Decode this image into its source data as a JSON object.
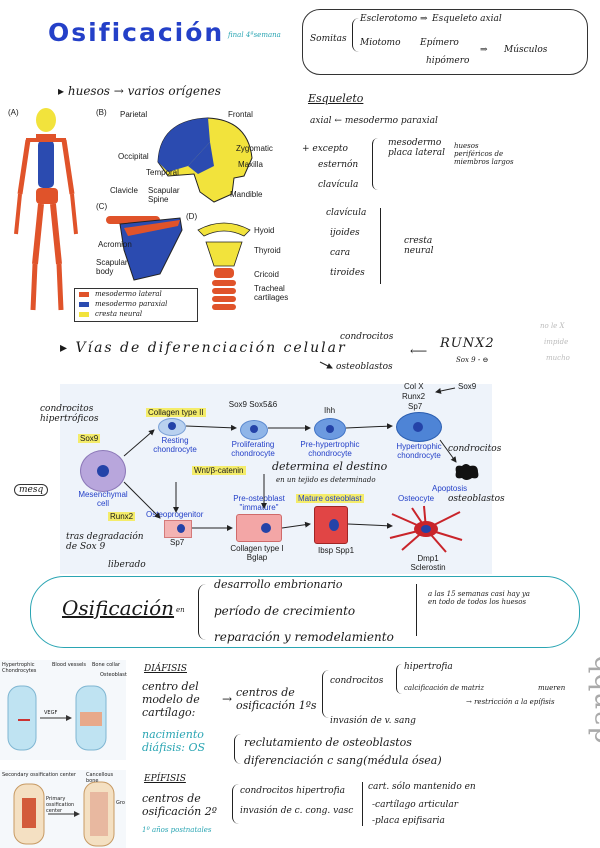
{
  "header": {
    "title": "Osificación",
    "subtitle": "final 4ªsemana",
    "somitas": "Somitas",
    "esclerotomo": "Esclerotomo",
    "esqueleto_axial": "Esqueleto axial",
    "miotomo": "Miotomo",
    "epimero": "Epímero",
    "hipomero": "hipómero",
    "musculos": "Músculos"
  },
  "huesos": {
    "line": "huesos → varios orígenes",
    "fig": {
      "A": "(A)",
      "B": "(B)",
      "C": "(C)",
      "D": "(D)",
      "parietal": "Parietal",
      "frontal": "Frontal",
      "occipital": "Occipital",
      "zygomatic": "Zygomatic",
      "temporal": "Temporal",
      "maxilla": "Maxilla",
      "mandible": "Mandible",
      "clavicle": "Clavicle",
      "scapular_spine": "Scapular Spine",
      "acromion": "Acromion",
      "scapular_body": "Scapular body",
      "hyoid": "Hyoid",
      "thyroid": "Thyroid",
      "cricoid": "Cricoid",
      "tracheal": "Tracheal cartilages",
      "legend": [
        "mesodermo lateral",
        "mesodermo paraxial",
        "cresta neural"
      ],
      "legend_colors": [
        "#e0532a",
        "#2b4bb0",
        "#f2e33c"
      ]
    }
  },
  "esqueleto": {
    "heading": "Esqueleto",
    "axial": "axial ← mesodermo paraxial",
    "exceptos": "+ excepto",
    "ext1": "esternón",
    "ext2": "clavícula",
    "meso": "mesodermo placa lateral",
    "largos": "huesos periféricos de miembros largos",
    "cranea": [
      "clavícula",
      "ijoides",
      "cara",
      "tiroides"
    ],
    "neural": "cresta neural"
  },
  "vias": {
    "heading": "Vías de diferenciación celular",
    "condrocitos": "condrocitos",
    "osteoblastos": "osteoblastos",
    "runx2": "RUNX2",
    "sox9": "Sox 9 - ⊖",
    "margin": [
      "no le X",
      "impide",
      "mucho"
    ]
  },
  "diagram": {
    "condro_hiper": "condrocitos hipertróficos",
    "sox9": "Sox9",
    "collagen2": "Collagen type II",
    "resting": "Resting chondrocyte",
    "sox9b": "Sox9 Sox5&6",
    "prolif": "Proliferating chondrocyte",
    "ihh": "Ihh",
    "prehyper": "Pre-hypertrophic chondrocyte",
    "colx": "Col X",
    "runx2b": "Runx2",
    "sp7": "Sp7",
    "sox9c": "Sox9",
    "hyper": "Hypertrophic chondrocyte",
    "condrocitos": "condrocitos",
    "apoptosis": "Apoptosis",
    "osteoblastos": "osteoblastos",
    "mesq": "mesq",
    "mesench": "Mesenchymal cell",
    "wnt": "Wnt/β-catenin",
    "determina": "determina el destino",
    "tejido": "en un tejido es determinado",
    "runx2": "Runx2",
    "osteoprog": "Osteoprogenitor",
    "sp7b": "Sp7",
    "preosteo": "Pre-osteoblast \"immature\"",
    "collagen1": "Collagen type I Bglap",
    "mature": "Mature osteoblast",
    "ibsp": "Ibsp Spp1",
    "osteocyte": "Osteocyte",
    "dmp1": "Dmp1 Sclerostin",
    "tras": "tras degradación de Sox 9",
    "liberado": "liberado"
  },
  "osif_box": {
    "title": "Osificación",
    "en": "en",
    "l1": "desarrollo embrionario",
    "l2": "período de crecimiento",
    "l3": "reparación y remodelamiento",
    "note": "a las 15 semanas casi hay ya en todo de todos los huesos"
  },
  "diafisis": {
    "heading": "DIÁFISIS",
    "left1": "centro del modelo de cartílago:",
    "left2": "nacimiento diáfisis: OS",
    "centros": "centros de osificación 1ºs",
    "condrocitos": "condrocitos",
    "hiper": "hipertrofia",
    "calc": "calcificación de matriz",
    "mueren": "mueren",
    "restr": "→ restricción a la epífisis",
    "invasion": "invasión de v. sang",
    "recl": "reclutamiento de osteoblastos",
    "dif": "diferenciación c sang(médula ósea)"
  },
  "epifisis": {
    "heading": "EPÍFISIS",
    "left1": "centros de osificación 2º",
    "left2": "1º años postnatales",
    "condro": "condrocitos hipertrofia",
    "invasion": "invasión de c. cong. vasc",
    "cart": "cart. sólo mantenido en",
    "c1": "-cartílago articular",
    "c2": "-placa epifisaria"
  },
  "footer": {
    "brand": "danbb"
  },
  "figs": {
    "vegf": "VEGF",
    "bv": "Blood vessels",
    "bc": "Bone collar",
    "ost": "Osteoblast",
    "hc": "Hypertrophic Chondrocytes",
    "soc": "Secondary ossification center",
    "cb": "Cancellous bone",
    "poc": "Primary ossification center",
    "gr": "Gro"
  }
}
